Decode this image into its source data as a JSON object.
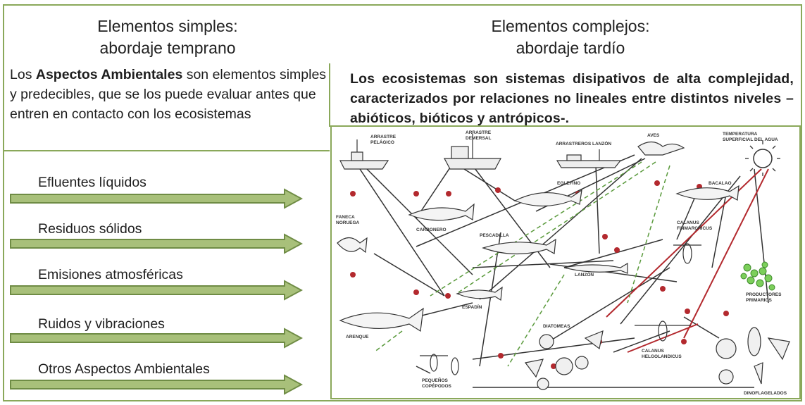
{
  "left_header": {
    "line1": "Elementos simples:",
    "line2": "abordaje temprano"
  },
  "right_header": {
    "line1": "Elementos complejos:",
    "line2": "abordaje tardío"
  },
  "left_paragraph": {
    "prefix": "Los ",
    "bold": "Aspectos Ambientales",
    "suffix": " son elementos simples y predecibles, que se los puede evaluar antes que entren en contacto con los ecosistemas"
  },
  "right_paragraph": {
    "prefix": "Los ",
    "bold": "ecosistemas",
    "suffix": " son sistemas disipativos de alta complejidad, caracterizados por relaciones no lineales entre distintos niveles –abióticos, bióticos y antrópicos-."
  },
  "aspects": [
    "Efluentes líquidos",
    "Residuos sólidos",
    "Emisiones atmosféricas",
    "Ruidos y vibraciones",
    "Otros Aspectos Ambientales"
  ],
  "colors": {
    "frame": "#8aa85a",
    "arrow_fill": "#a8c07a",
    "arrow_stroke": "#6f8c45",
    "link_red": "#b3292e",
    "link_green": "#5a9a3c"
  },
  "foodweb_labels": {
    "arrastre_pelagico": [
      "ARRASTRE",
      "PELÁGICO"
    ],
    "arrastre_demersal": [
      "ARRASTRE",
      "DEMERSAL"
    ],
    "arrastreros_lanzon": "ARRASTREROS LANZÓN",
    "aves": "AVES",
    "temperatura": [
      "TEMPERATURA",
      "SUPERFICIAL DEL AGUA"
    ],
    "eglefino": "EGLEFINO",
    "bacalao": "BACALAO",
    "carbonero": "CARBONERO",
    "faneca": [
      "FANECA",
      "NORUEGA"
    ],
    "pescadilla": "PESCADILLA",
    "calanus_fin": [
      "CALANUS",
      "FINMARCHICUS"
    ],
    "lanzon": "LANZÓN",
    "espadin": "ESPADÍN",
    "productores": [
      "PRODUCTORES",
      "PRIMARIOS"
    ],
    "arenque": "ARENQUE",
    "diatomeas": "DIATOMEAS",
    "calanus_hel": [
      "CALANUS",
      "HELGOLANDICUS"
    ],
    "pequenos": [
      "PEQUEÑOS",
      "COPÉPODOS"
    ],
    "dinoflagelados": "DINOFLAGELADOS"
  }
}
